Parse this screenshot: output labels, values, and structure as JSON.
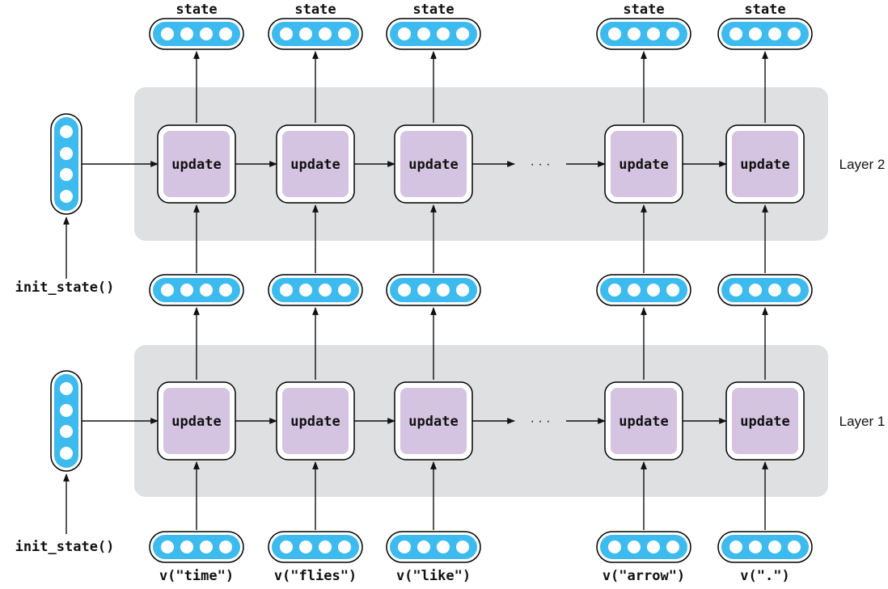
{
  "layers": [
    {
      "label": "Layer 2",
      "init_label": "init_state()"
    },
    {
      "label": "Layer 1",
      "init_label": "init_state()"
    }
  ],
  "update_label": "update",
  "output_label": "state",
  "ellipsis": "· · ·",
  "inputs": [
    "v(\"time\")",
    "v(\"flies\")",
    "v(\"like\")",
    "v(\"arrow\")",
    "v(\".\")"
  ],
  "colors": {
    "layer_band": "#dfe0e2",
    "vector_fill": "#3dbbef",
    "vector_dot": "#ffffff",
    "update_fill": "#d5c4e1",
    "outline": "#000000",
    "arrow": "#111111"
  }
}
